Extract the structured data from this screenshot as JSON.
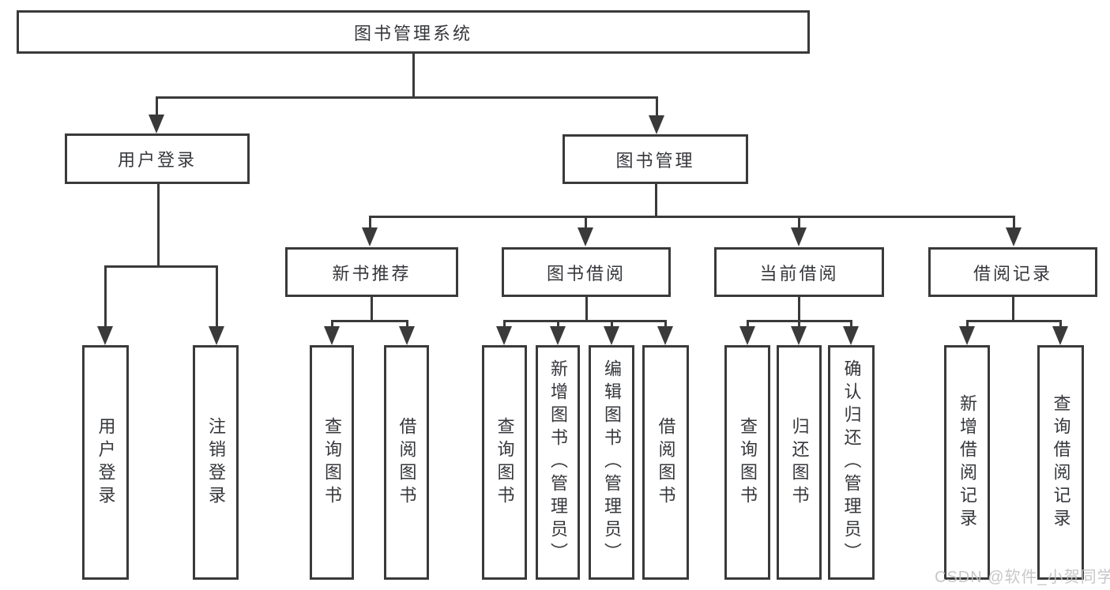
{
  "diagram_type": "hierarchy-tree",
  "title": "图书管理系统",
  "nodes": {
    "root": {
      "label": "图书管理系统"
    },
    "login": {
      "label": "用户登录"
    },
    "mgmt": {
      "label": "图书管理"
    },
    "rec": {
      "label": "新书推荐"
    },
    "borrow": {
      "label": "图书借阅"
    },
    "current": {
      "label": "当前借阅"
    },
    "record": {
      "label": "借阅记录"
    },
    "leaf_user_login": {
      "label": "用户登录"
    },
    "leaf_logout": {
      "label": "注销登录"
    },
    "leaf_rec_query": {
      "label": "查询图书"
    },
    "leaf_rec_borrow": {
      "label": "借阅图书"
    },
    "leaf_bor_query": {
      "label": "查询图书"
    },
    "leaf_bor_add": {
      "label": "新增图书（管理员）"
    },
    "leaf_bor_edit": {
      "label": "编辑图书（管理员）"
    },
    "leaf_bor_borrow": {
      "label": "借阅图书"
    },
    "leaf_cur_query": {
      "label": "查询图书"
    },
    "leaf_cur_return": {
      "label": "归还图书"
    },
    "leaf_cur_confirm": {
      "label": "确认归还（管理员）"
    },
    "leaf_log_add": {
      "label": "新增借阅记录"
    },
    "leaf_log_query": {
      "label": "查询借阅记录"
    }
  },
  "edges": [
    [
      "图书管理系统",
      "用户登录"
    ],
    [
      "图书管理系统",
      "图书管理"
    ],
    [
      "用户登录",
      "用户登录"
    ],
    [
      "用户登录",
      "注销登录"
    ],
    [
      "图书管理",
      "新书推荐"
    ],
    [
      "图书管理",
      "图书借阅"
    ],
    [
      "图书管理",
      "当前借阅"
    ],
    [
      "图书管理",
      "借阅记录"
    ],
    [
      "新书推荐",
      "查询图书"
    ],
    [
      "新书推荐",
      "借阅图书"
    ],
    [
      "图书借阅",
      "查询图书"
    ],
    [
      "图书借阅",
      "新增图书（管理员）"
    ],
    [
      "图书借阅",
      "编辑图书（管理员）"
    ],
    [
      "图书借阅",
      "借阅图书"
    ],
    [
      "当前借阅",
      "查询图书"
    ],
    [
      "当前借阅",
      "归还图书"
    ],
    [
      "当前借阅",
      "确认归还（管理员）"
    ],
    [
      "借阅记录",
      "新增借阅记录"
    ],
    [
      "借阅记录",
      "查询借阅记录"
    ]
  ],
  "watermark": {
    "text": "CSDN @软件_小贺同学",
    "color": "#c2c2c2"
  },
  "colors": {
    "line": "#3a3a3a",
    "border": "#3a3a3a",
    "text": "#36373b",
    "background": "#ffffff"
  }
}
